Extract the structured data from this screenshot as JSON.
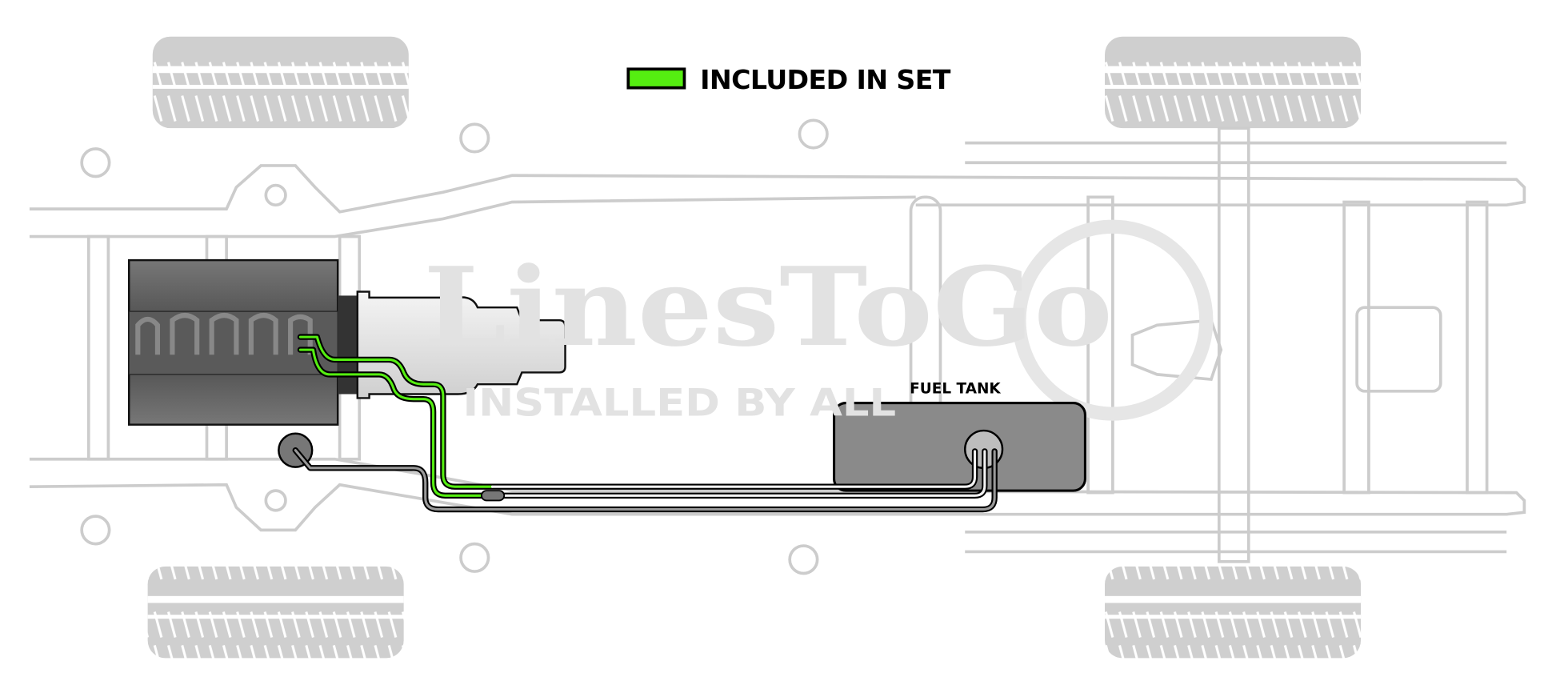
{
  "legend": {
    "label": "INCLUDED IN SET",
    "swatch_color": "#55ee11"
  },
  "watermark": {
    "brand": "LinesToGo",
    "tagline": "INSTALLED BY ALL"
  },
  "labels": {
    "fuel_tank": "FUEL TANK"
  },
  "colors": {
    "included_line": "#55ee11",
    "other_line": "#888888",
    "frame": "#cccccc",
    "tank": "#8a8a8a"
  }
}
